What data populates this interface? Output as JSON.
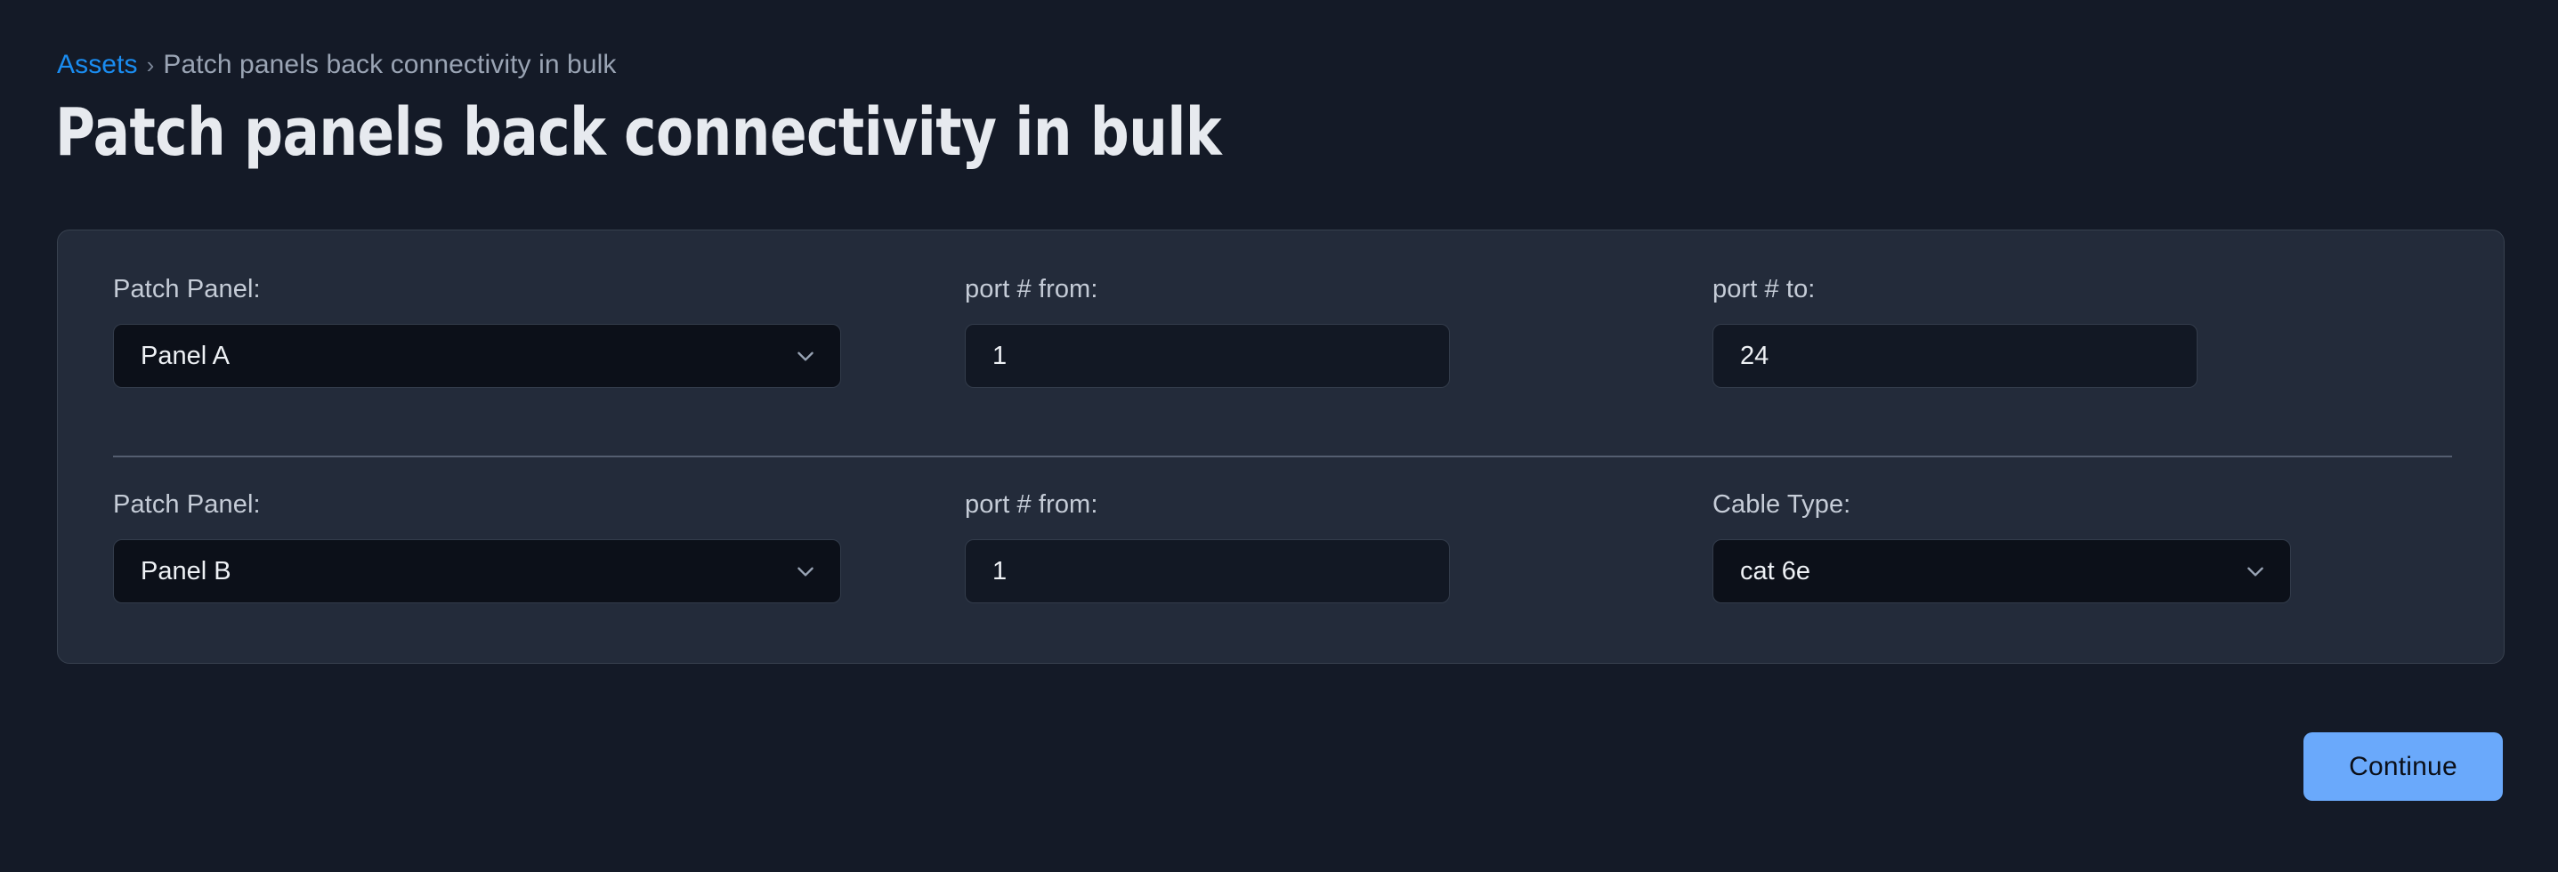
{
  "breadcrumb": {
    "root_label": "Assets",
    "separator": "›",
    "current_label": "Patch panels back connectivity in bulk"
  },
  "page": {
    "title": "Patch panels back connectivity in bulk",
    "background_color": "#141a27",
    "card_background_color": "#232b3a",
    "accent_color": "#6aa9fb",
    "link_color": "#1a8cf0"
  },
  "form": {
    "row1": {
      "patch_panel": {
        "label": "Patch Panel:",
        "value": "Panel A",
        "icon": "chevron-down-icon"
      },
      "port_from": {
        "label": "port # from:",
        "value": "1",
        "placeholder": "1"
      },
      "port_to": {
        "label": "port # to:",
        "value": "24",
        "placeholder": "24"
      }
    },
    "row2": {
      "patch_panel": {
        "label": "Patch Panel:",
        "value": "Panel B",
        "icon": "chevron-down-icon"
      },
      "port_from": {
        "label": "port # from:",
        "value": "1",
        "placeholder": "1"
      },
      "cable_type": {
        "label": "Cable Type:",
        "value": "cat 6e",
        "icon": "chevron-down-icon"
      }
    }
  },
  "actions": {
    "continue_label": "Continue"
  }
}
